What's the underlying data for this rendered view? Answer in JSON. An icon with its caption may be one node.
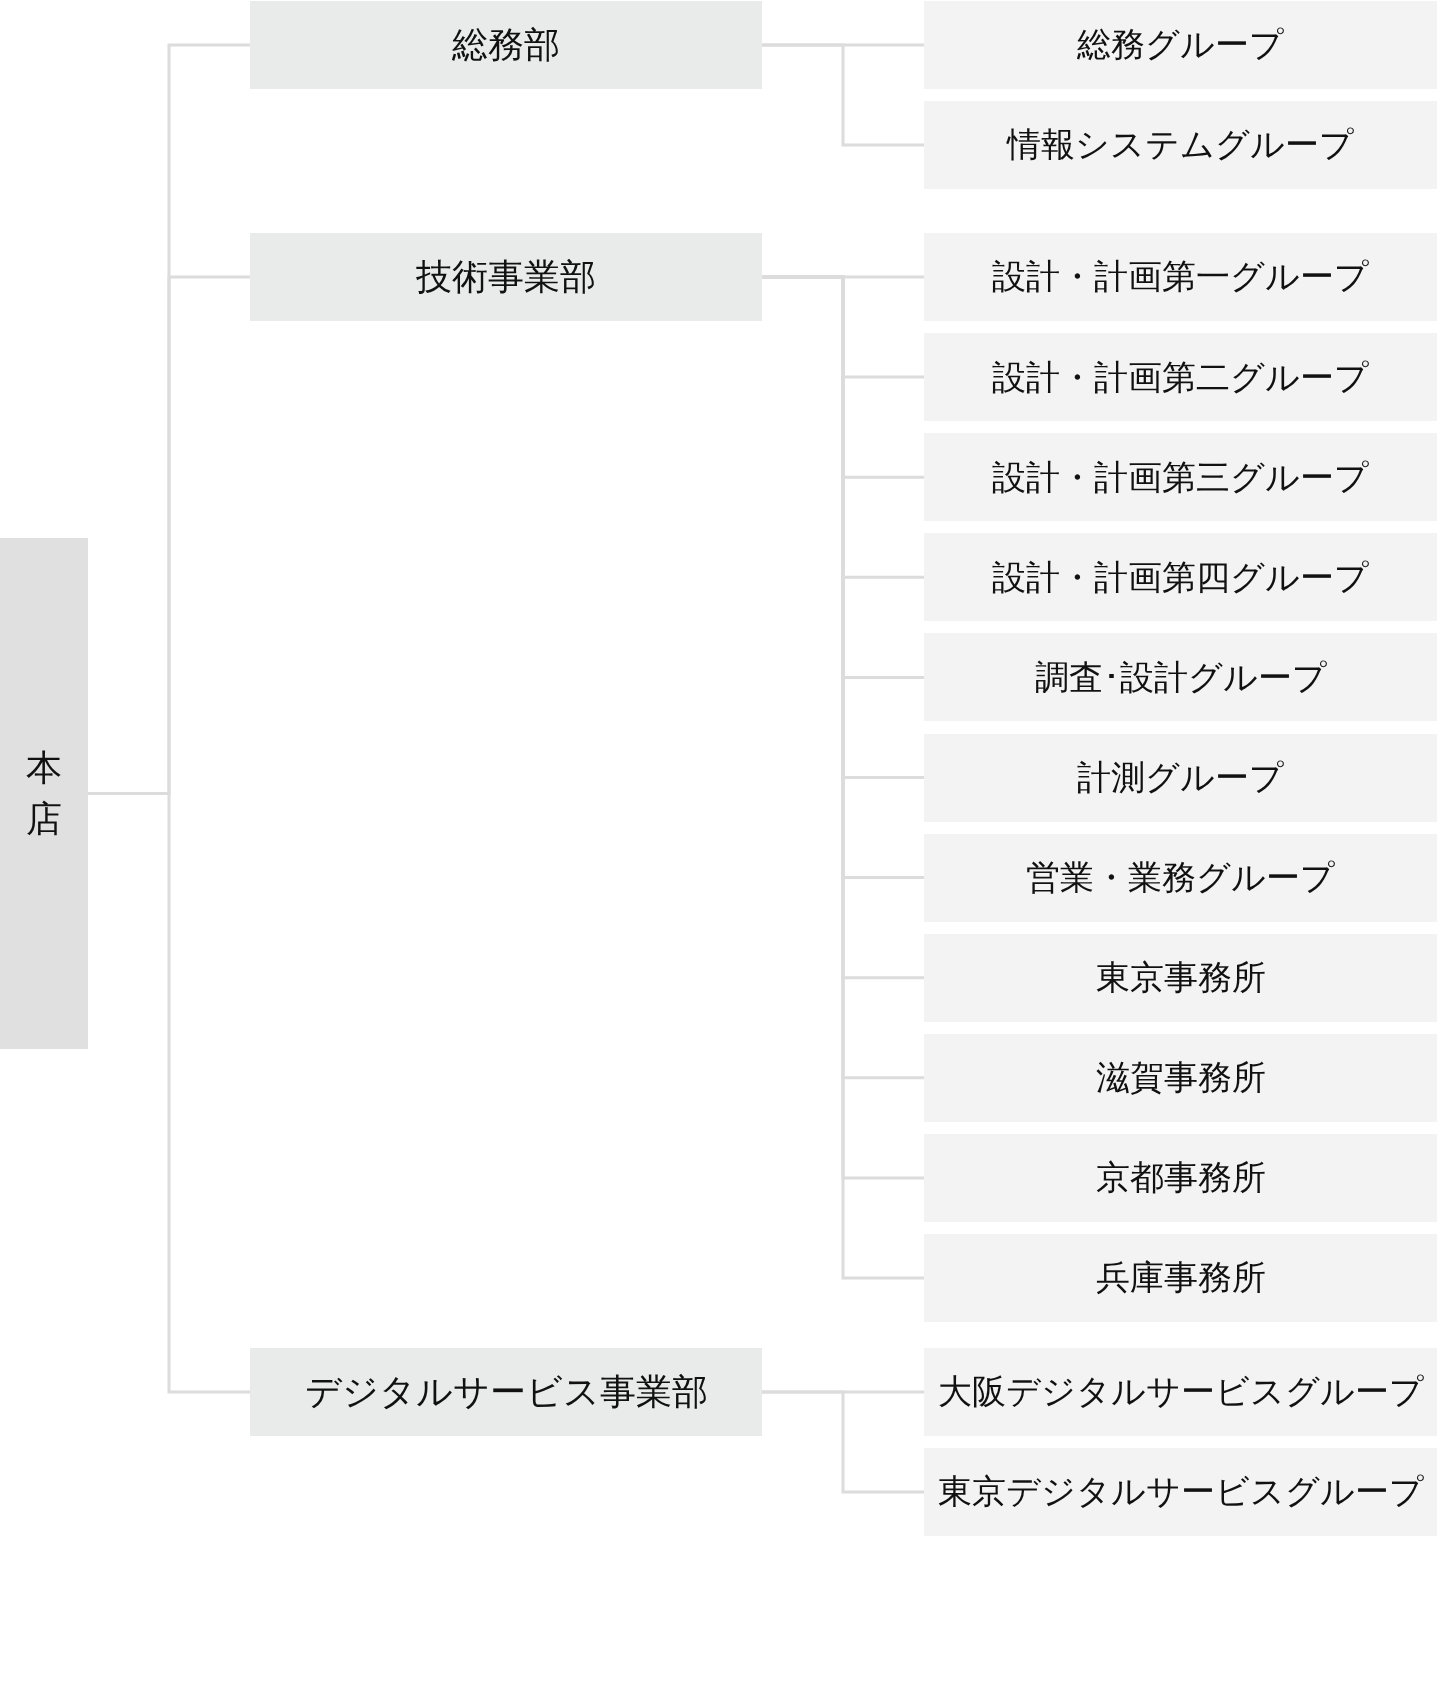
{
  "diagram": {
    "nodes": [
      {
        "text": [
          "本店"
        ]
      },
      {
        "text": [
          "総務部"
        ]
      },
      {
        "text": [
          "総務グループ"
        ]
      },
      {
        "text": [
          "情報システムグループ"
        ]
      },
      {
        "text": [
          "技術事業部"
        ]
      },
      {
        "text": [
          "設計・計画第一グループ"
        ]
      },
      {
        "text": [
          "設計・計画第二グループ"
        ]
      },
      {
        "text": [
          "設計・計画第三グループ"
        ]
      },
      {
        "text": [
          "設計・計画第四グループ"
        ]
      },
      {
        "text": [
          "調査･設計グループ"
        ]
      },
      {
        "text": [
          "計測グループ"
        ]
      },
      {
        "text": [
          "営業・業務グループ"
        ]
      },
      {
        "text": [
          "東京事務所"
        ]
      },
      {
        "text": [
          "滋賀事務所"
        ]
      },
      {
        "text": [
          "京都事務所"
        ]
      },
      {
        "text": [
          "兵庫事務所"
        ]
      },
      {
        "text": [
          "デジタルサービス事業部"
        ]
      },
      {
        "text": [
          "大阪デジタルサービスグループ"
        ]
      },
      {
        "text": [
          "東京デジタルサービスグループ"
        ]
      }
    ],
    "edges": [
      {
        "from": 0,
        "to": 1,
        "arrow": "none"
      },
      {
        "from": 0,
        "to": 4,
        "arrow": "none"
      },
      {
        "from": 0,
        "to": 16,
        "arrow": "none"
      },
      {
        "from": 1,
        "to": 2,
        "arrow": "none"
      },
      {
        "from": 1,
        "to": 3,
        "arrow": "none"
      },
      {
        "from": 4,
        "to": 5,
        "arrow": "none"
      },
      {
        "from": 4,
        "to": 6,
        "arrow": "none"
      },
      {
        "from": 4,
        "to": 7,
        "arrow": "none"
      },
      {
        "from": 4,
        "to": 8,
        "arrow": "none"
      },
      {
        "from": 4,
        "to": 9,
        "arrow": "none"
      },
      {
        "from": 4,
        "to": 10,
        "arrow": "none"
      },
      {
        "from": 4,
        "to": 11,
        "arrow": "none"
      },
      {
        "from": 4,
        "to": 12,
        "arrow": "none"
      },
      {
        "from": 4,
        "to": 13,
        "arrow": "none"
      },
      {
        "from": 4,
        "to": 14,
        "arrow": "none"
      },
      {
        "from": 4,
        "to": 15,
        "arrow": "none"
      },
      {
        "from": 16,
        "to": 17,
        "arrow": "none"
      },
      {
        "from": 16,
        "to": 18,
        "arrow": "none"
      }
    ]
  }
}
